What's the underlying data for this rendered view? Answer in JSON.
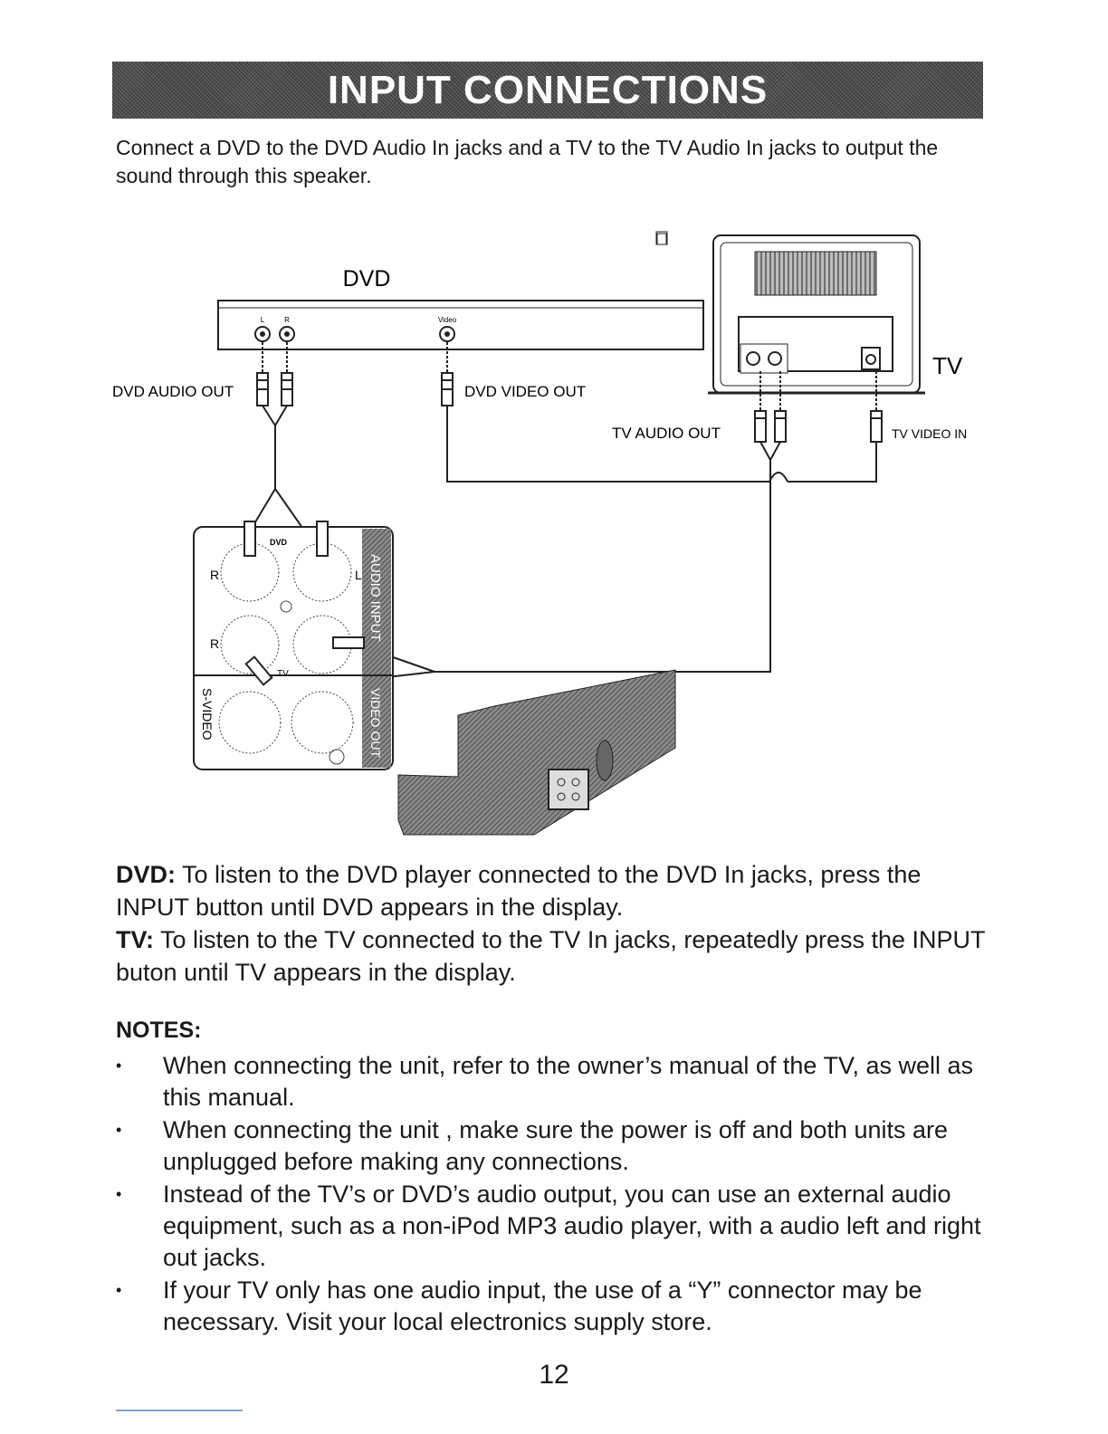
{
  "header": {
    "title": "INPUT CONNECTIONS"
  },
  "intro": "Connect a DVD to the DVD Audio In jacks and a TV to the TV Audio In jacks to output the sound through this speaker.",
  "diagram": {
    "dvd_label": "DVD",
    "dvd_jack_l": "L",
    "dvd_jack_r": "R",
    "dvd_jack_video": "Video",
    "dvd_audio_out": "DVD AUDIO OUT",
    "dvd_video_out": "DVD VIDEO OUT",
    "tv_label": "TV",
    "tv_audio_out": "TV AUDIO OUT",
    "tv_video_in": "TV VIDEO IN",
    "panel_dvd": "DVD",
    "panel_tv": "TV",
    "panel_r1": "R",
    "panel_l1": "L",
    "panel_r2": "R",
    "panel_audio_input": "AUDIO INPUT",
    "panel_s_video": "S-VIDEO",
    "panel_video_out": "VIDEO OUT"
  },
  "modes": {
    "dvd_term": "DVD:",
    "dvd_text": " To listen to the DVD player connected to the DVD In jacks, press the INPUT button until DVD appears in the display.",
    "tv_term": "TV:",
    "tv_text": " To listen to the TV connected to the TV In jacks, repeatedly press the INPUT buton until TV appears in the display."
  },
  "notes": {
    "title": "NOTES:",
    "items": [
      "When connecting the unit, refer to the owner’s manual of the TV, as well as this manual.",
      "When connecting the unit , make sure the power is off and both units are unplugged before making any connections.",
      "Instead of the TV’s or DVD’s audio output, you can use an external audio equipment, such as a non-iPod MP3 audio player, with a audio left and right out jacks.",
      "If your TV only has one audio input, the use of a “Y” connector may be necessary. Visit your local electronics supply store."
    ]
  },
  "page_number": "12"
}
